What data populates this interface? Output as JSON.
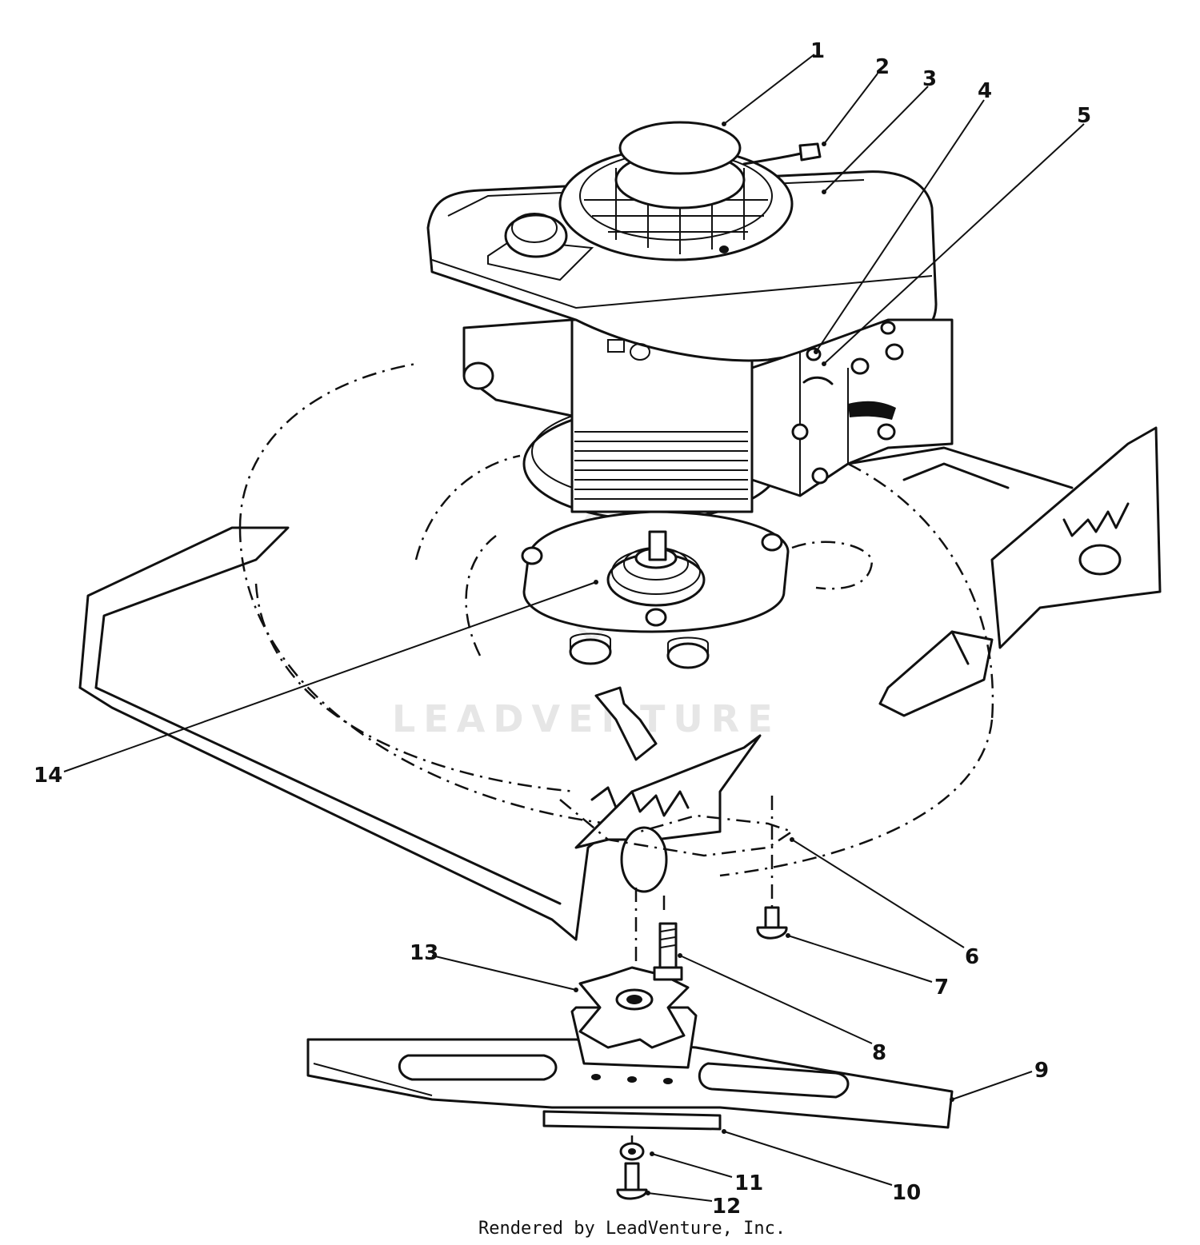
{
  "callouts": [
    {
      "label": "1"
    },
    {
      "label": "2"
    },
    {
      "label": "3"
    },
    {
      "label": "4"
    },
    {
      "label": "5"
    },
    {
      "label": "6"
    },
    {
      "label": "7"
    },
    {
      "label": "8"
    },
    {
      "label": "9"
    },
    {
      "label": "10"
    },
    {
      "label": "11"
    },
    {
      "label": "12"
    },
    {
      "label": "13"
    },
    {
      "label": "14"
    }
  ],
  "watermark": "LEADVENTURE",
  "credit": "Rendered by LeadVenture, Inc.",
  "colors": {
    "ink": "#111111",
    "watermark": "#e6e6e6",
    "background": "#ffffff"
  }
}
